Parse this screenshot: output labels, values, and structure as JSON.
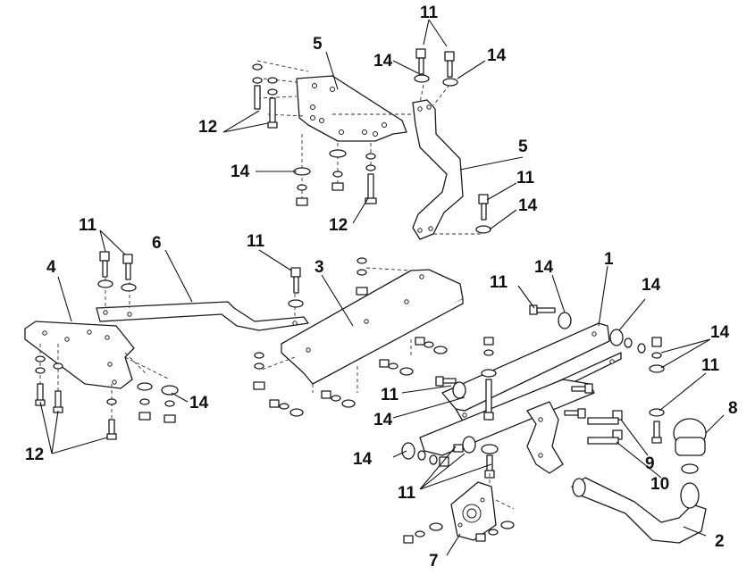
{
  "labels": {
    "l1": "1",
    "l2": "2",
    "l3": "3",
    "l4": "4",
    "l5a": "5",
    "l5b": "5",
    "l6": "6",
    "l7": "7",
    "l8": "8",
    "l9": "9",
    "l10": "10",
    "l11a": "11",
    "l11b": "11",
    "l11c": "11",
    "l11d": "11",
    "l11e": "11",
    "l11f": "11",
    "l11g": "11",
    "l11h": "11",
    "l12a": "12",
    "l12b": "12",
    "l12c": "12",
    "l14a": "14",
    "l14b": "14",
    "l14c": "14",
    "l14d": "14",
    "l14e": "14",
    "l14f": "14",
    "l14g": "14",
    "l14h": "14",
    "l14i": "14",
    "l14j": "14",
    "l14k": "14"
  }
}
